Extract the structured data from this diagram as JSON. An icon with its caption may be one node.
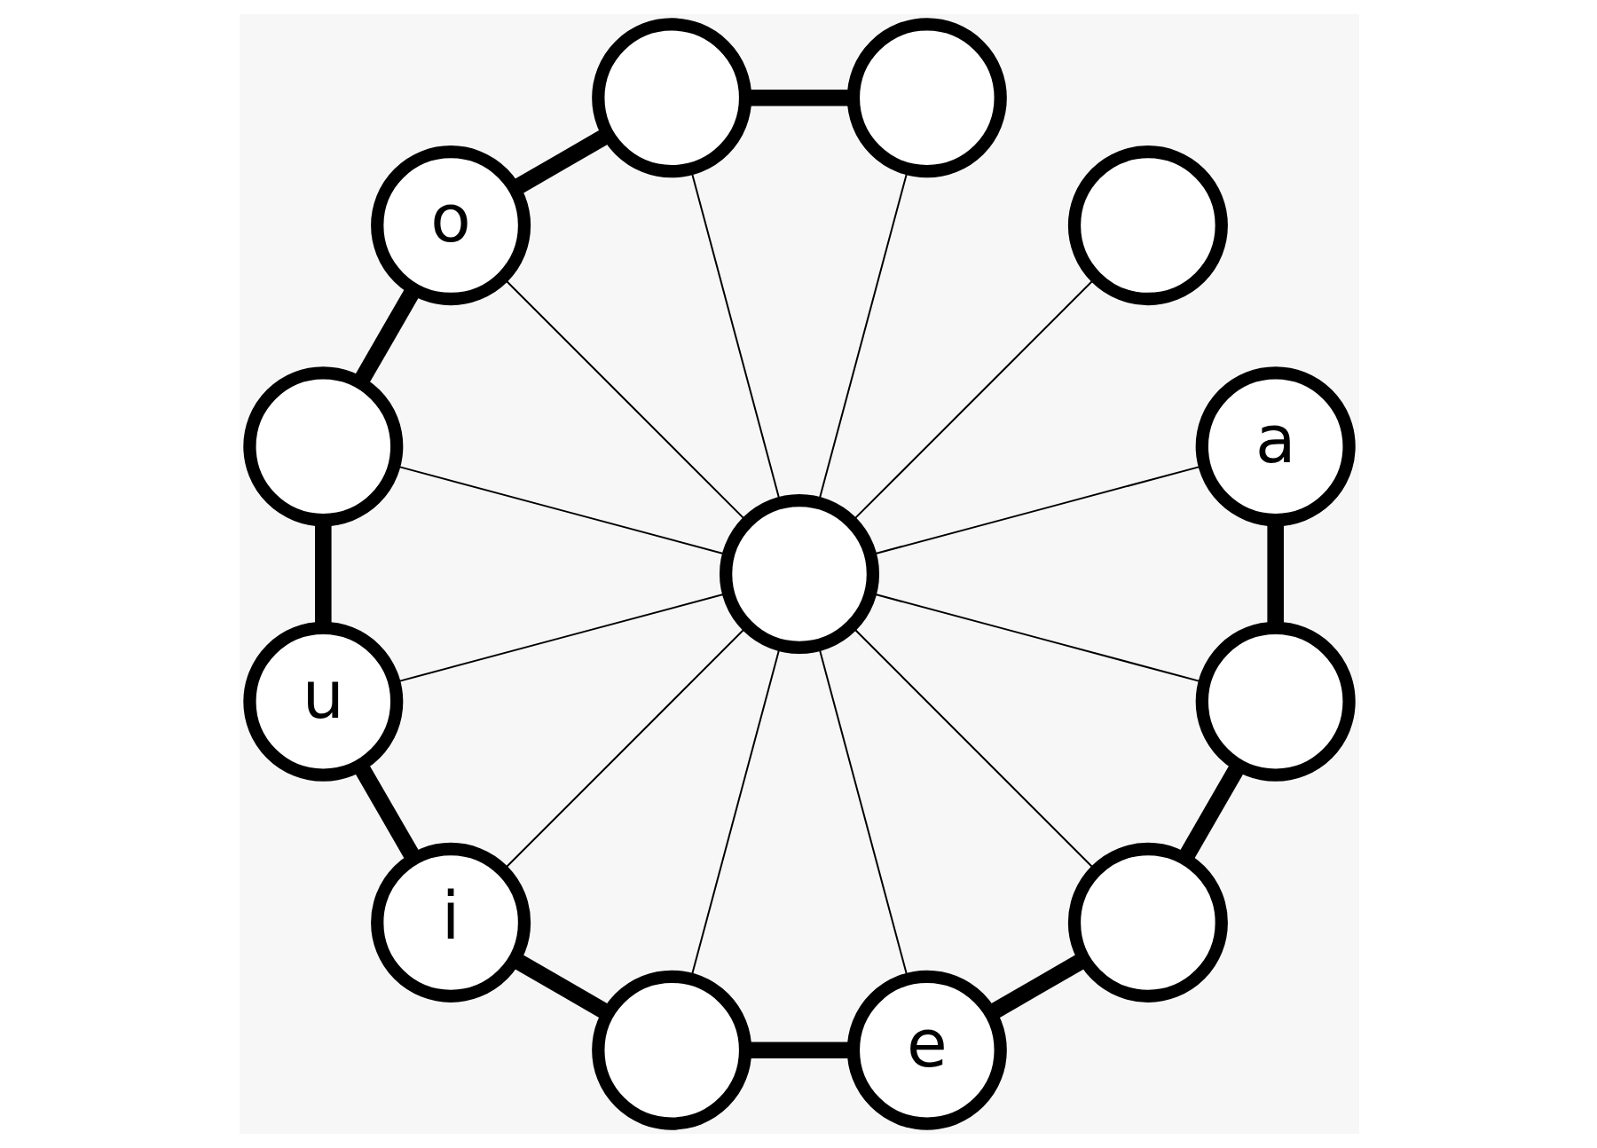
{
  "diagram": {
    "nodes": [
      {
        "text": [
          "a"
        ]
      },
      {
        "text": [],
        "shape": "circle"
      },
      {
        "text": [],
        "shape": "circle"
      },
      {
        "text": [],
        "shape": "circle"
      },
      {
        "text": [
          "o"
        ]
      },
      {
        "text": [],
        "shape": "circle"
      },
      {
        "text": [
          "u"
        ]
      },
      {
        "text": [
          "i"
        ]
      },
      {
        "text": [],
        "shape": "circle"
      },
      {
        "text": [
          "e"
        ]
      },
      {
        "text": [],
        "shape": "circle"
      },
      {
        "text": [],
        "shape": "circle"
      },
      {
        "text": [],
        "shape": "circle"
      }
    ],
    "edges": [
      {
        "from": 2,
        "to": 3,
        "arrow": "none",
        "style": "thick"
      },
      {
        "from": 3,
        "to": 4,
        "arrow": "none",
        "style": "thick"
      },
      {
        "from": 4,
        "to": 5,
        "arrow": "none",
        "style": "thick"
      },
      {
        "from": 5,
        "to": 6,
        "arrow": "none",
        "style": "thick"
      },
      {
        "from": 6,
        "to": 7,
        "arrow": "none",
        "style": "thick"
      },
      {
        "from": 7,
        "to": 8,
        "arrow": "none",
        "style": "thick"
      },
      {
        "from": 8,
        "to": 9,
        "arrow": "none",
        "style": "thick"
      },
      {
        "from": 9,
        "to": 10,
        "arrow": "none",
        "style": "thick"
      },
      {
        "from": 10,
        "to": 11,
        "arrow": "none",
        "style": "thick"
      },
      {
        "from": 11,
        "to": 0,
        "arrow": "none",
        "style": "thick"
      },
      {
        "from": 12,
        "to": 4,
        "arrow": "none"
      },
      {
        "from": 12,
        "to": 3,
        "arrow": "none"
      },
      {
        "from": 12,
        "to": 2,
        "arrow": "none"
      },
      {
        "from": 12,
        "to": 1,
        "arrow": "none"
      },
      {
        "from": 12,
        "to": 0,
        "arrow": "none"
      },
      {
        "from": 12,
        "to": 11,
        "arrow": "none"
      },
      {
        "from": 12,
        "to": 10,
        "arrow": "none"
      },
      {
        "from": 12,
        "to": 9,
        "arrow": "none"
      },
      {
        "from": 12,
        "to": 8,
        "arrow": "none"
      },
      {
        "from": 12,
        "to": 7,
        "arrow": "none"
      },
      {
        "from": 12,
        "to": 6,
        "arrow": "none"
      },
      {
        "from": 12,
        "to": 5,
        "arrow": "none"
      }
    ]
  }
}
